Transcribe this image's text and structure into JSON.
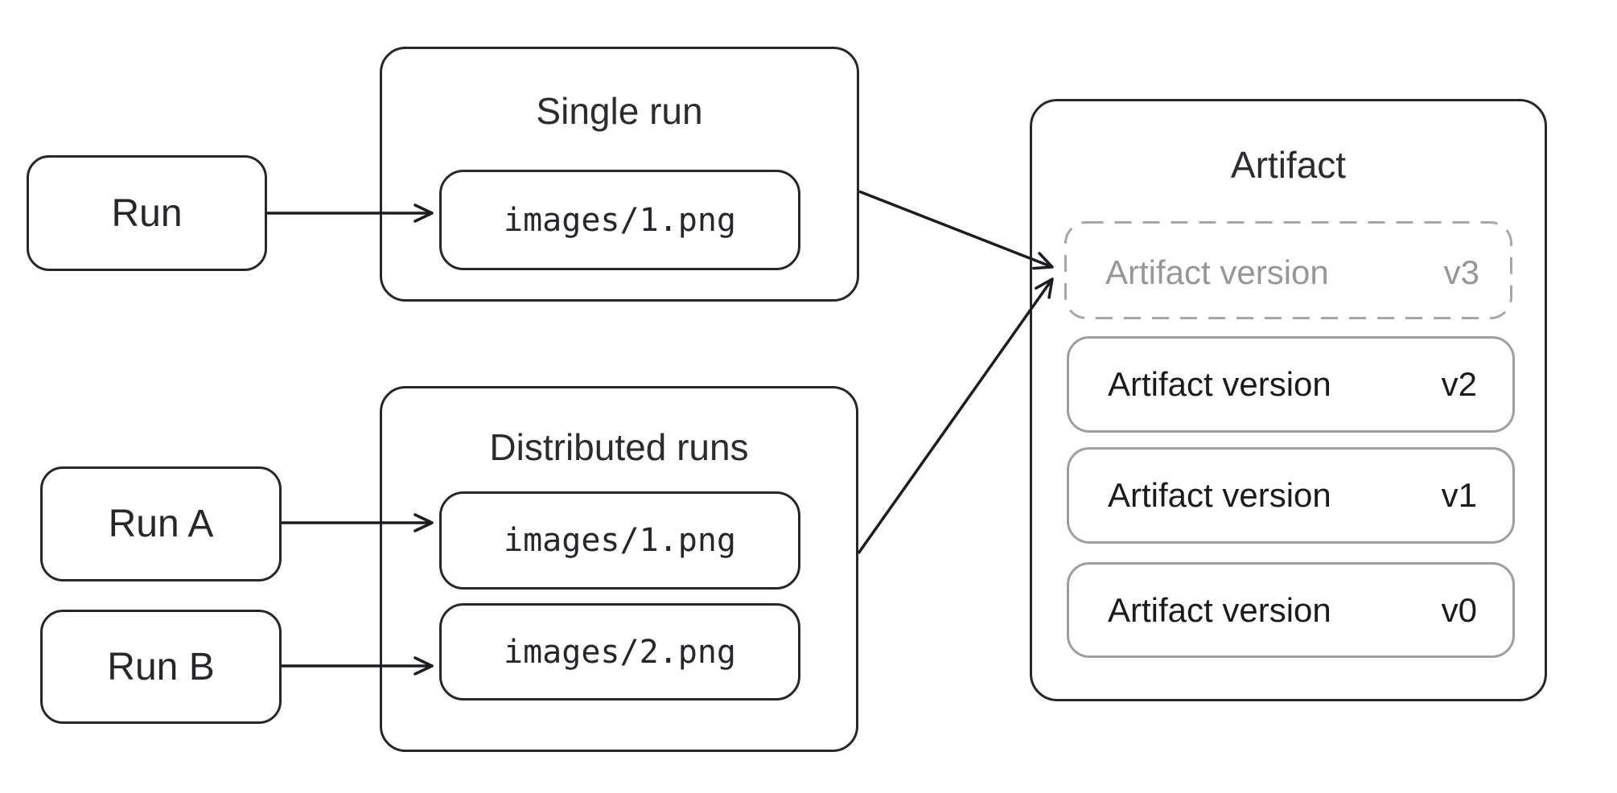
{
  "diagram": {
    "nodes": {
      "run": {
        "label": "Run"
      },
      "run_a": {
        "label": "Run A"
      },
      "run_b": {
        "label": "Run B"
      }
    },
    "single_run": {
      "title": "Single run",
      "files": [
        "images/1.png"
      ]
    },
    "distributed_runs": {
      "title": "Distributed runs",
      "files": [
        "images/1.png",
        "images/2.png"
      ]
    },
    "artifact": {
      "title": "Artifact",
      "versions": [
        {
          "label": "Artifact version",
          "tag": "v3",
          "style": "dashed-pending"
        },
        {
          "label": "Artifact version",
          "tag": "v2",
          "style": "solid"
        },
        {
          "label": "Artifact version",
          "tag": "v1",
          "style": "solid"
        },
        {
          "label": "Artifact version",
          "tag": "v0",
          "style": "solid"
        }
      ]
    },
    "colors": {
      "background": "#ffffff",
      "stroke_dark": "#26262c",
      "stroke_gray": "#9e9ea2",
      "text_dark": "#1f1f24",
      "text_gray_pending": "#96969b",
      "arrow": "#1c1c22"
    }
  }
}
